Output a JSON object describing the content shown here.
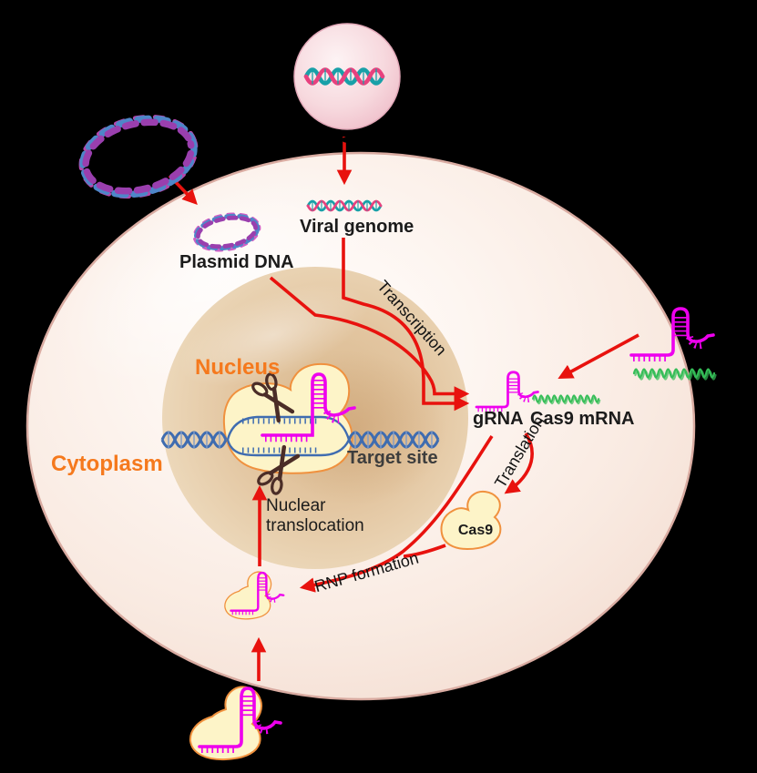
{
  "labels": {
    "plasmid_dna": "Plasmid DNA",
    "viral_genome": "Viral genome",
    "nucleus": "Nucleus",
    "cytoplasm": "Cytoplasm",
    "target_site": "Target site",
    "grna": "gRNA",
    "cas9_mrna": "Cas9 mRNA",
    "cas9_protein": "Cas9",
    "nuclear_translocation": "Nuclear translocation",
    "transcription": "Transcription",
    "translation": "Translation",
    "rnp_formation": "RNP formation"
  },
  "colors": {
    "background": "#000000",
    "red_arrow": "#e8120e",
    "grna_magenta": "#ee00ee",
    "mrna_green": "#35bd57",
    "dna_blue": "#3f6cb0",
    "dna_blue_light": "#7f9cc9",
    "cas9_fill": "#fdf4c8",
    "cas9_stroke": "#f0913e",
    "nucleus_tan": "#e3c6a1",
    "cell_fill": "#f9ece3",
    "cell_border": "#d9aba1",
    "label_orange": "#f5791d",
    "label_dark": "#1b1b1b",
    "scissors_brown": "#4b2d27",
    "virus_pink": "#f3ced8",
    "plasmid_blue": "#4e86c8",
    "plasmid_purple": "#9a3fae",
    "plasmid_magenta": "#c94fc0",
    "helix_teal": "#18a0a8",
    "helix_pink": "#e8417e"
  },
  "icons": {
    "virus-icon": "enveloped virus particle with spikes containing dsDNA",
    "plasmid-icon": "circular plasmid double helix",
    "linear-dna-icon": "linear double helix",
    "grna-icon": "guide RNA hairpin with comb",
    "mrna-icon": "green mRNA squiggle",
    "cas9-icon": "Cas9 protein blob",
    "rnp-icon": "Cas9-gRNA ribonucleoprotein complex",
    "scissors-icon": "scissors cutting DNA",
    "arrow-icon": "red process arrow"
  }
}
